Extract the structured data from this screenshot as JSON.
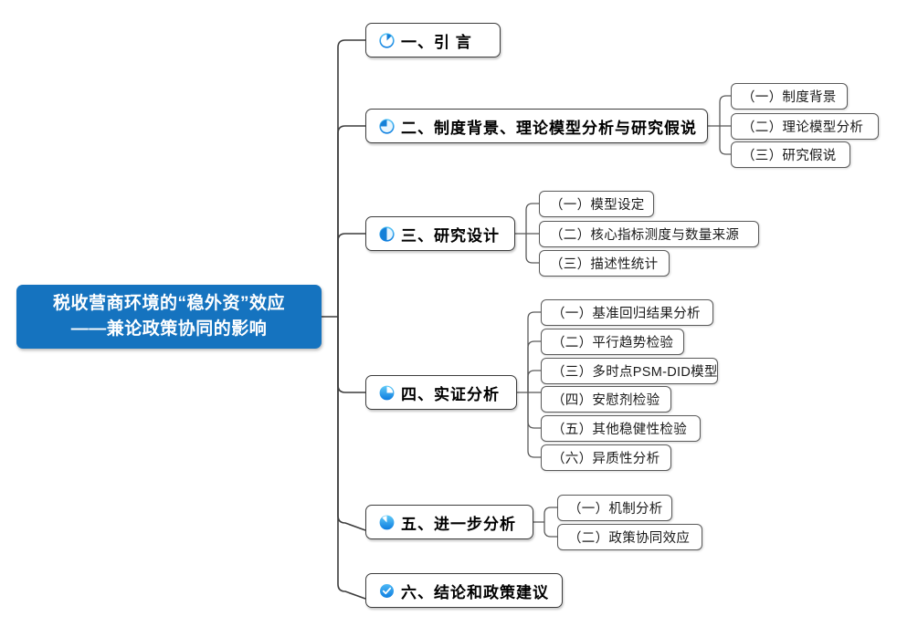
{
  "diagram": {
    "type": "mind-map",
    "title": "税收营商环境的“稳外资”效应——兼论政策协同的影响",
    "root": {
      "label": "税收营商环境的“稳外资”效应\n——兼论政策协同的影响",
      "color": "#1573bf",
      "text_color": "#ffffff"
    },
    "icon_color": "#2196f3",
    "branches": [
      {
        "label": "一、引  言",
        "icon": "pie-progress-12-icon",
        "progress": 12,
        "children": []
      },
      {
        "label": "二、制度背景、理论模型分析与研究假说",
        "icon": "pie-progress-25-icon",
        "progress": 25,
        "children": [
          {
            "label": "（一）制度背景"
          },
          {
            "label": "（二）理论模型分析"
          },
          {
            "label": "（三）研究假说"
          }
        ]
      },
      {
        "label": "三、研究设计",
        "icon": "pie-progress-50-icon",
        "progress": 50,
        "children": [
          {
            "label": "（一）模型设定"
          },
          {
            "label": "（二）核心指标测度与数量来源"
          },
          {
            "label": "（三）描述性统计"
          }
        ]
      },
      {
        "label": "四、实证分析",
        "icon": "pie-progress-75-icon",
        "progress": 75,
        "children": [
          {
            "label": "（一）基准回归结果分析"
          },
          {
            "label": "（二）平行趋势检验"
          },
          {
            "label": "（三）多时点PSM-DID模型"
          },
          {
            "label": "（四）安慰剂检验"
          },
          {
            "label": "（五）其他稳健性检验"
          },
          {
            "label": "（六）异质性分析"
          }
        ]
      },
      {
        "label": "五、进一步分析",
        "icon": "pie-progress-88-icon",
        "progress": 88,
        "children": [
          {
            "label": "（一）机制分析"
          },
          {
            "label": "（二）政策协同效应"
          }
        ]
      },
      {
        "label": "六、结论和政策建议",
        "icon": "check-circle-icon",
        "progress": 100,
        "children": []
      }
    ]
  }
}
